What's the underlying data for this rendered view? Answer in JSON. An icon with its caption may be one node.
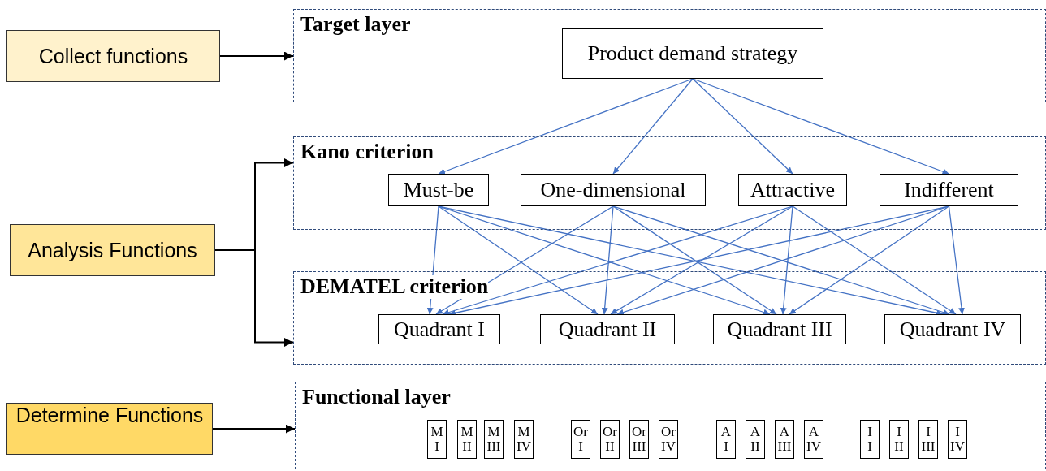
{
  "diagram": {
    "nodes": [
      {
        "text": [
          "Collect functions"
        ]
      },
      {
        "text": [
          "Target layer"
        ]
      },
      {
        "text": [
          "Product demand strategy"
        ],
        "in": 1
      },
      {
        "text": [
          "Analysis Functions"
        ]
      },
      {
        "text": [
          "Kano criterion"
        ]
      },
      {
        "text": [
          "Must-be"
        ],
        "in": 4
      },
      {
        "text": [
          "One-dimensional"
        ],
        "in": 4
      },
      {
        "text": [
          "Attractive"
        ],
        "in": 4
      },
      {
        "text": [
          "Indifferent"
        ],
        "in": 4
      },
      {
        "text": [
          "DEMATEL criterion"
        ]
      },
      {
        "text": [
          "Quadrant I"
        ],
        "in": 9
      },
      {
        "text": [
          "Quadrant II"
        ],
        "in": 9
      },
      {
        "text": [
          "Quadrant III"
        ],
        "in": 9
      },
      {
        "text": [
          "Quadrant IV"
        ],
        "in": 9
      },
      {
        "text": [
          "Determine Functions"
        ]
      },
      {
        "text": [
          "Functional layer"
        ]
      },
      {
        "text": [
          "M I"
        ],
        "in": 15
      },
      {
        "text": [
          "M II"
        ],
        "in": 15
      },
      {
        "text": [
          "M III"
        ],
        "in": 15
      },
      {
        "text": [
          "M IV"
        ],
        "in": 15
      },
      {
        "text": [
          "Or I"
        ],
        "in": 15
      },
      {
        "text": [
          "Or II"
        ],
        "in": 15
      },
      {
        "text": [
          "Or III"
        ],
        "in": 15
      },
      {
        "text": [
          "Or IV"
        ],
        "in": 15
      },
      {
        "text": [
          "A I"
        ],
        "in": 15
      },
      {
        "text": [
          "A II"
        ],
        "in": 15
      },
      {
        "text": [
          "A III"
        ],
        "in": 15
      },
      {
        "text": [
          "A IV"
        ],
        "in": 15
      },
      {
        "text": [
          "I I"
        ],
        "in": 15
      },
      {
        "text": [
          "I II"
        ],
        "in": 15
      },
      {
        "text": [
          "I III"
        ],
        "in": 15
      },
      {
        "text": [
          "I IV"
        ],
        "in": 15
      }
    ],
    "edges": [
      {
        "from": 0,
        "to": 1,
        "arrow": "to",
        "color": "#000000"
      },
      {
        "from": 3,
        "to": 4,
        "arrow": "to",
        "color": "#000000"
      },
      {
        "from": 3,
        "to": 9,
        "arrow": "to",
        "color": "#000000"
      },
      {
        "from": 14,
        "to": 15,
        "arrow": "to",
        "color": "#000000"
      },
      {
        "from": 2,
        "to": 5,
        "arrow": "to"
      },
      {
        "from": 2,
        "to": 6,
        "arrow": "to"
      },
      {
        "from": 2,
        "to": 7,
        "arrow": "to"
      },
      {
        "from": 2,
        "to": 8,
        "arrow": "to"
      },
      {
        "from": 5,
        "to": 10,
        "arrow": "to"
      },
      {
        "from": 5,
        "to": 11,
        "arrow": "to"
      },
      {
        "from": 5,
        "to": 12,
        "arrow": "to"
      },
      {
        "from": 5,
        "to": 13,
        "arrow": "to"
      },
      {
        "from": 6,
        "to": 10,
        "arrow": "to"
      },
      {
        "from": 6,
        "to": 11,
        "arrow": "to"
      },
      {
        "from": 6,
        "to": 12,
        "arrow": "to"
      },
      {
        "from": 6,
        "to": 13,
        "arrow": "to"
      },
      {
        "from": 7,
        "to": 10,
        "arrow": "to"
      },
      {
        "from": 7,
        "to": 11,
        "arrow": "to"
      },
      {
        "from": 7,
        "to": 12,
        "arrow": "to"
      },
      {
        "from": 7,
        "to": 13,
        "arrow": "to"
      },
      {
        "from": 8,
        "to": 10,
        "arrow": "to"
      },
      {
        "from": 8,
        "to": 11,
        "arrow": "to"
      },
      {
        "from": 8,
        "to": 12,
        "arrow": "to"
      },
      {
        "from": 8,
        "to": 13,
        "arrow": "to"
      }
    ]
  }
}
